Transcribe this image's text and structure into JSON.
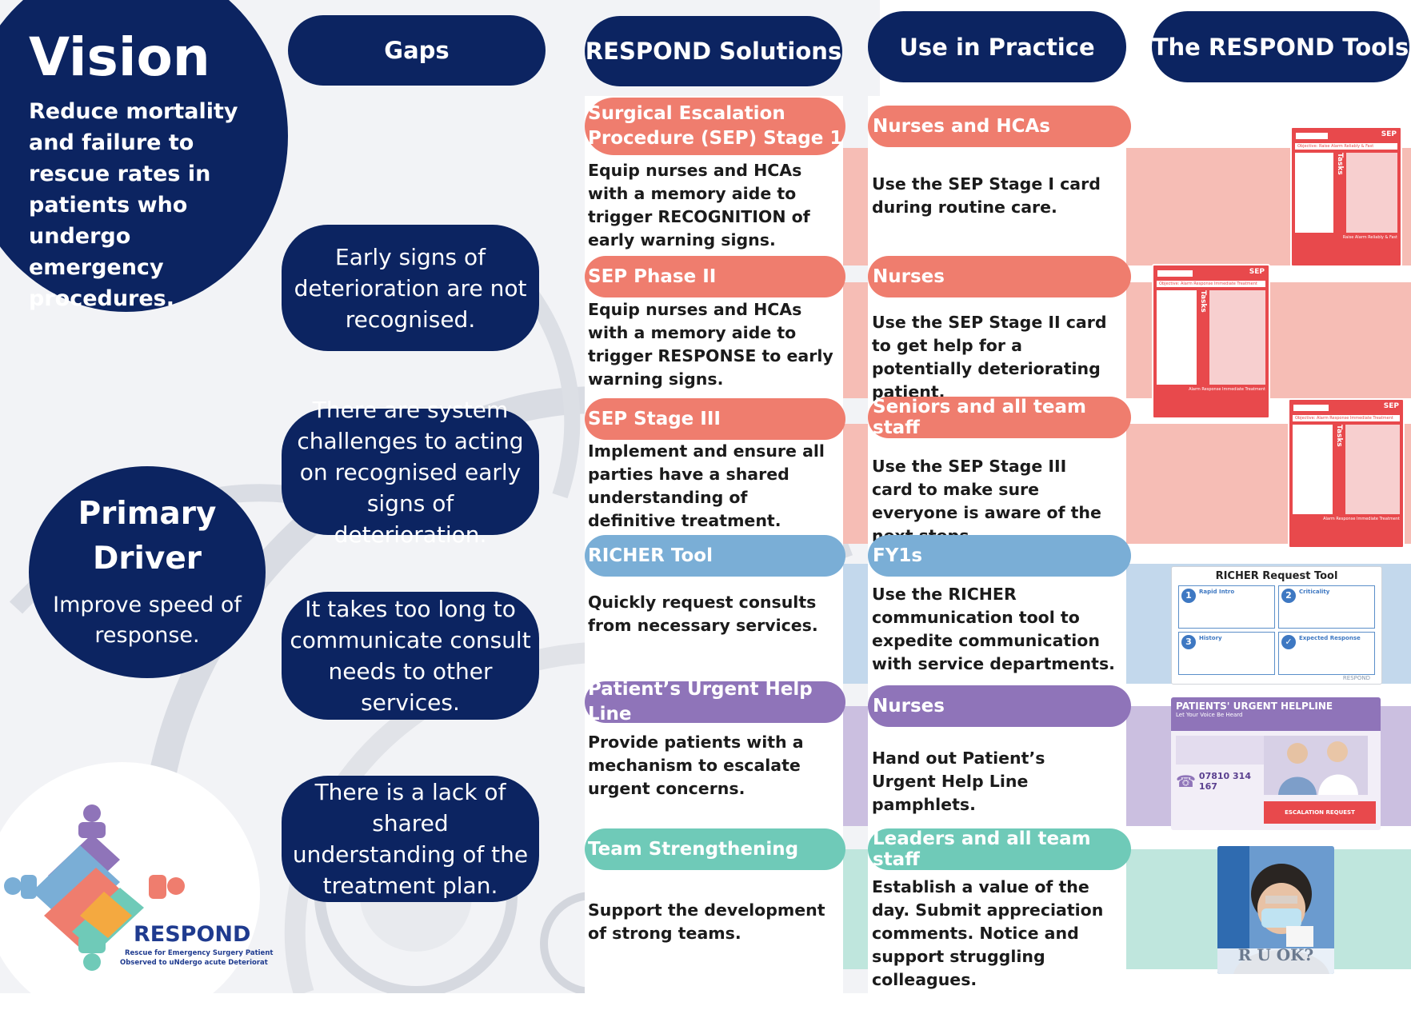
{
  "vision": {
    "title": "Vision",
    "text": "Reduce mortality and failure to rescue rates in patients who undergo emergency procedures."
  },
  "primary_driver": {
    "title": "Primary Driver",
    "text": "Improve speed of response."
  },
  "headers": {
    "gaps": "Gaps",
    "solutions": "RESPOND Solutions",
    "practice": "Use in Practice",
    "tools": "The RESPOND Tools"
  },
  "gaps": [
    "Early signs of deterioration are not recognised.",
    "There are system challenges to acting on recognised early signs of deterioration.",
    "It takes too long to communicate consult needs to other services.",
    "There is a lack of shared understanding of the treatment plan."
  ],
  "rows": [
    {
      "solution_title": "Surgical Escalation Procedure (SEP) Stage 1",
      "solution_text": "Equip nurses and HCAs with a memory aide to trigger RECOGNITION of early warning signs.",
      "practice_title": "Nurses and HCAs",
      "practice_text": "Use the SEP Stage I card during routine care.",
      "color": "#ef7d6e",
      "band": "#f6bdb5"
    },
    {
      "solution_title": "SEP Phase II",
      "solution_text": "Equip nurses and HCAs with a memory aide to trigger RESPONSE to early warning signs.",
      "practice_title": "Nurses",
      "practice_text": "Use the SEP Stage II card to get help for a potentially deteriorating patient.",
      "color": "#ef7d6e",
      "band": "#f6bdb5"
    },
    {
      "solution_title": "SEP Stage III",
      "solution_text": "Implement and ensure all parties have a shared understanding of definitive treatment.",
      "practice_title": "Seniors and all team staff",
      "practice_text": "Use the SEP Stage III card to make sure everyone is aware of the next steps.",
      "color": "#ef7d6e",
      "band": "#f6bdb5"
    },
    {
      "solution_title": "RICHER Tool",
      "solution_text": "Quickly request consults from necessary services.",
      "practice_title": "FY1s",
      "practice_text": "Use the RICHER communication tool to expedite communication with service departments.",
      "color": "#7aaed6",
      "band": "#c3d8ec"
    },
    {
      "solution_title": "Patient’s Urgent Help Line",
      "solution_text": "Provide patients with a mechanism to escalate urgent concerns.",
      "practice_title": "Nurses",
      "practice_text": "Hand out Patient’s Urgent Help Line pamphlets.",
      "color": "#8f74b9",
      "band": "#cbbfe0"
    },
    {
      "solution_title": "Team Strengthening",
      "solution_text": "Support the development of strong teams.",
      "practice_title": "Leaders and all team staff",
      "practice_text": "Establish a value of the day. Submit appreciation comments. Notice and support struggling colleagues.",
      "color": "#6fcab8",
      "band": "#bfe6dd"
    }
  ],
  "tools": {
    "sep_card_heading": "SEP",
    "sep_card_side": "Tasks",
    "sep1_objective": "Objective: Raise Alarm Reliably & Fast",
    "sep1_footer": "Raise Alarm Reliably & Fast",
    "sep2_objective": "Objective: Alarm Response Immediate Treatment",
    "sep2_footer": "Alarm Response Immediate Treatment",
    "richer_title": "RICHER Request Tool",
    "richer_q1": "Rapid Intro",
    "richer_q2": "Criticality",
    "richer_q3": "History",
    "richer_q4": "Expected Response",
    "richer_brand": "RESPOND",
    "helpline_title": "PATIENTS' URGENT HELPLINE",
    "helpline_sub": "Let Your Voice Be Heard",
    "helpline_phone": "07810 314 167",
    "helpline_btn": "ESCALATION REQUEST",
    "ruok": "R U OK?"
  },
  "logo": {
    "name": "RESPOND",
    "tagline1": "Rescue for Emergency Surgery Patient",
    "tagline2": "Observed to uNdergo acute Deteriorat"
  },
  "colors": {
    "navy": "#0c2461",
    "coral": "#ef7d6e",
    "blue": "#7aaed6",
    "purple": "#8f74b9",
    "teal": "#6fcab8"
  }
}
